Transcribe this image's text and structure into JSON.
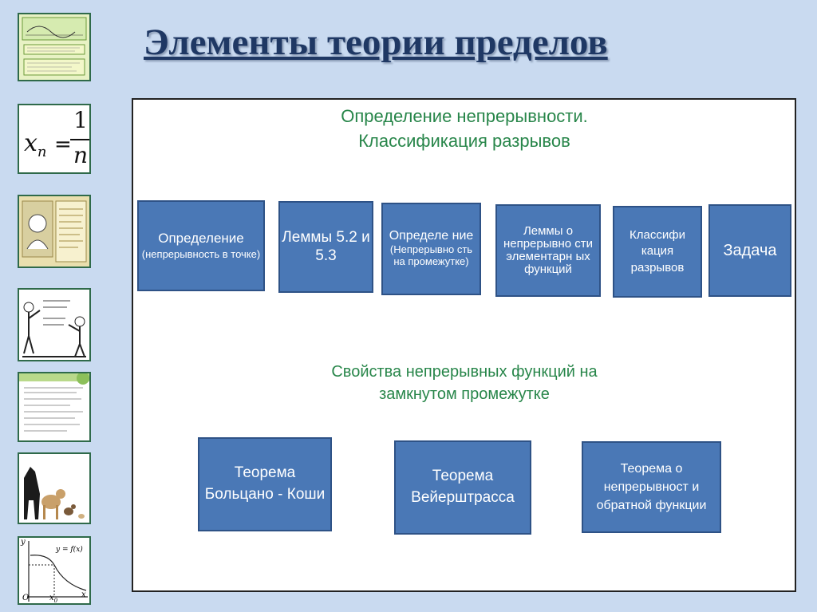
{
  "title": "Элементы теории пределов",
  "thumbs": {
    "formula_x": "x",
    "formula_n": "n",
    "formula_eq": "=",
    "formula_num": "1",
    "formula_den": "n",
    "graph_y": "y",
    "graph_func": "y = f(x)",
    "graph_o": "O",
    "graph_x0": "x",
    "graph_x0_sub": "0",
    "graph_x": "x"
  },
  "section1": {
    "line1": "Определение непрерывности.",
    "line2": "Классификация разрывов"
  },
  "boxes_row1": [
    {
      "main": "Определение",
      "sub": "(непрерывность в точке)"
    },
    {
      "main": "Леммы 5.2 и 5.3",
      "sub": ""
    },
    {
      "main": "Определе ние",
      "sub": "(Непрерывно сть на промежутке)"
    },
    {
      "main": "Леммы о непрерывно сти элементарн ых функций",
      "sub": ""
    },
    {
      "main": "Классифи кация разрывов",
      "sub": ""
    },
    {
      "main": "Задача",
      "sub": ""
    }
  ],
  "section2": {
    "line1": "Свойства непрерывных функций на",
    "line2": "замкнутом промежутке"
  },
  "boxes_row2": [
    {
      "main": "Теорема Больцано - Коши"
    },
    {
      "main": "Теорема Вейерштрасса"
    },
    {
      "main": "Теорема о непрерывност и обратной функции"
    }
  ]
}
